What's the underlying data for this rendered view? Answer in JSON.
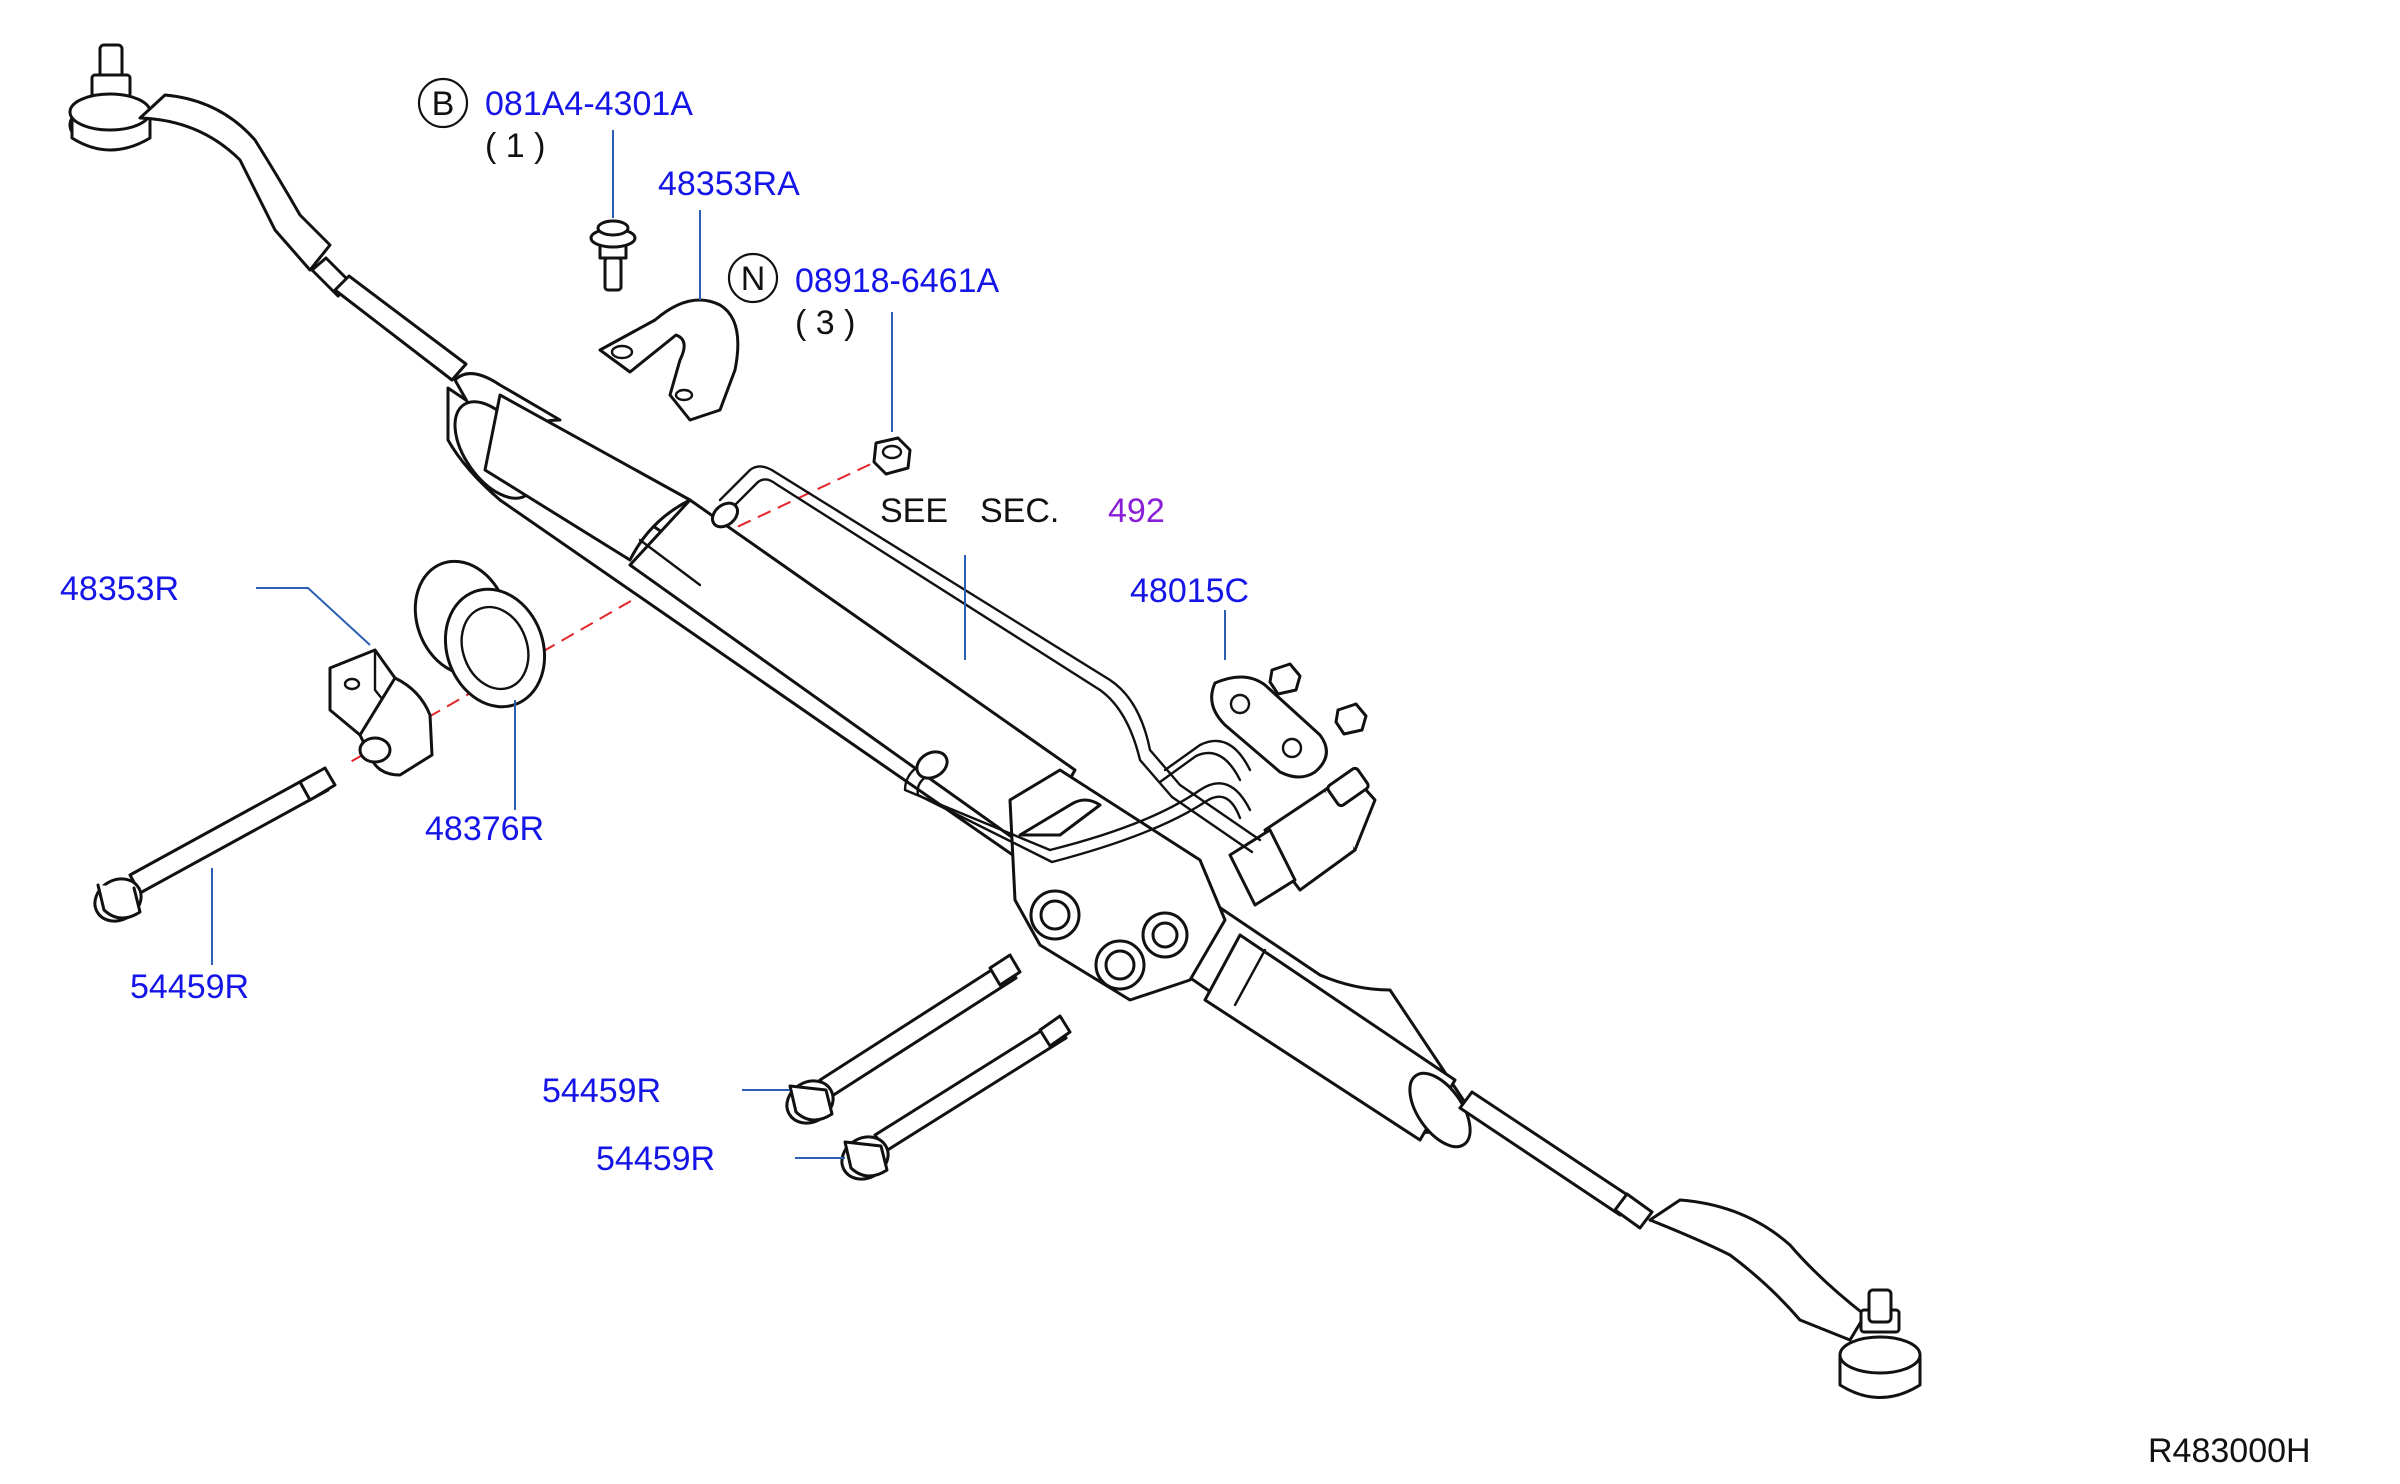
{
  "colors": {
    "part_number": "#1515e8",
    "section_ref": "#8a1ed6",
    "text": "#111111",
    "leader": "#2b5fb3",
    "centerline": "#e3262b",
    "background": "#ffffff"
  },
  "labels": {
    "bolt_b": {
      "badge": "B",
      "part_no": "081A4-4301A",
      "qty": "( 1 )"
    },
    "clamp_upper": {
      "part_no": "48353RA"
    },
    "nut_n": {
      "badge": "N",
      "part_no": "08918-6461A",
      "qty": "( 3 )"
    },
    "see_sec": {
      "prefix": "SEE",
      "sec": "SEC.",
      "number": "492"
    },
    "clamp_lower": {
      "part_no": "48353R"
    },
    "bracket": {
      "part_no": "48015C"
    },
    "bushing": {
      "part_no": "48376R"
    },
    "bolt_left": {
      "part_no": "54459R"
    },
    "bolt_mid_upper": {
      "part_no": "54459R"
    },
    "bolt_mid_lower": {
      "part_no": "54459R"
    },
    "diagram_code": "R483000H"
  }
}
